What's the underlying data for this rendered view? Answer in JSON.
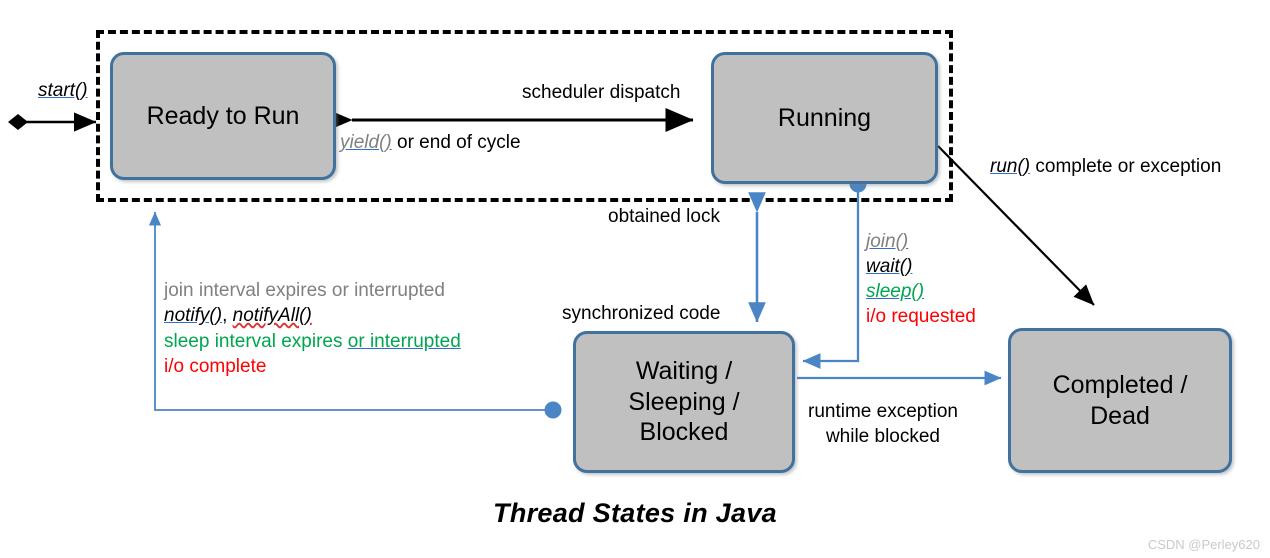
{
  "diagram": {
    "title": "Thread States in Java",
    "watermark": "CSDN @Perley620",
    "colors": {
      "box_fill": "#c0c0c0",
      "box_border": "#41719c",
      "blue_arrow": "#4a86c5",
      "black": "#000000",
      "gray": "#808080",
      "green": "#00a550",
      "red": "#ff0000",
      "code_underline": "#2f6fd0"
    }
  },
  "states": {
    "ready": {
      "label": "Ready to Run"
    },
    "running": {
      "label": "Running"
    },
    "waiting": {
      "label_line1": "Waiting /",
      "label_line2": "Sleeping /",
      "label_line3": "Blocked"
    },
    "completed": {
      "label_line1": "Completed /",
      "label_line2": "Dead"
    }
  },
  "transitions": {
    "start": {
      "label": "start()"
    },
    "scheduler_dispatch": {
      "label": "scheduler dispatch"
    },
    "yield": {
      "code": "yield()",
      "rest": " or end of cycle"
    },
    "run_complete": {
      "code": "run()",
      "rest": " complete or exception"
    },
    "obtained_lock": {
      "label": "obtained lock"
    },
    "synchronized_code": {
      "label": "synchronized code"
    },
    "runtime_exception": {
      "line1": "runtime exception",
      "line2": "while blocked"
    },
    "block_causes": {
      "line1": "join()",
      "line2": "wait()",
      "line3": "sleep()",
      "line4": "i/o requested"
    },
    "unblock_causes": {
      "line1": "join interval expires or interrupted",
      "line2_a": "notify()",
      "line2_sep": ", ",
      "line2_b": "notifyAll()",
      "line3_a": "sleep interval expires ",
      "line3_b": "or  interrupted",
      "line4": "i/o complete"
    }
  }
}
